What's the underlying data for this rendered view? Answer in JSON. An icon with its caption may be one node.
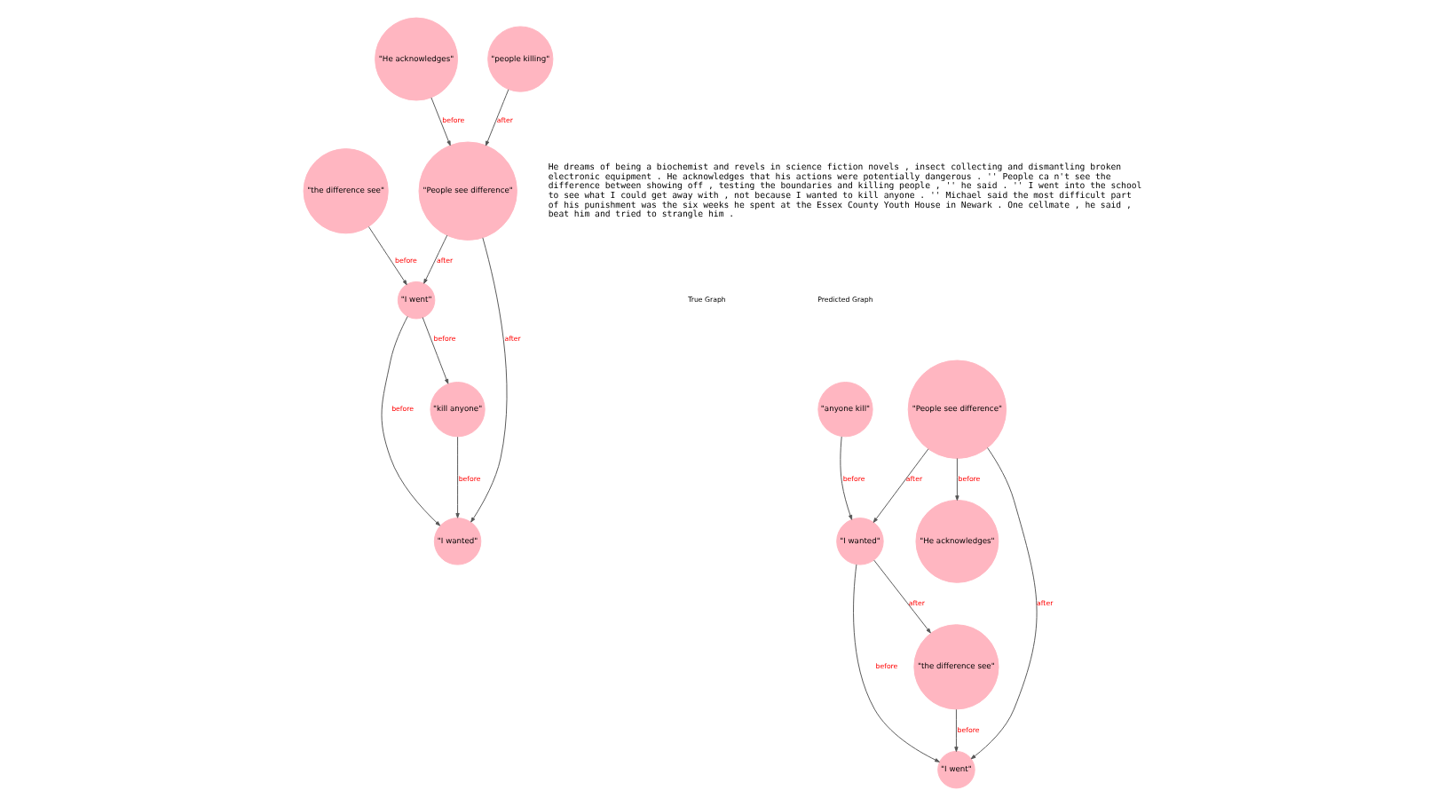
{
  "diagram": {
    "nodes": [
      {
        "text": [
          "\"kill anyone\""
        ]
      },
      {
        "text": [
          "\"I wanted\""
        ]
      },
      {
        "text": [
          "\"He acknowledges\""
        ]
      },
      {
        "text": [
          "\"People see difference\""
        ]
      },
      {
        "text": [
          "\"I went\""
        ]
      },
      {
        "text": [
          "\"the difference see\""
        ]
      },
      {
        "text": [
          "\"people killing\""
        ]
      },
      {
        "text": [
          "\"anyone kill\""
        ]
      },
      {
        "text": [
          "\"I wanted\""
        ]
      },
      {
        "text": [
          "\"He acknowledges\""
        ]
      },
      {
        "text": [
          "\"People see difference\""
        ]
      },
      {
        "text": [
          "\"the difference see\""
        ]
      },
      {
        "text": [
          "\"I went\""
        ]
      }
    ],
    "edges": [
      {
        "from": 0,
        "to": 1,
        "arrow": "to",
        "label": "before"
      },
      {
        "from": 4,
        "to": 0,
        "arrow": "to",
        "label": "before"
      },
      {
        "from": 4,
        "to": 1,
        "arrow": "to",
        "label": "before"
      },
      {
        "from": 3,
        "to": 1,
        "arrow": "to",
        "label": "after"
      },
      {
        "from": 2,
        "to": 3,
        "arrow": "to",
        "label": "before"
      },
      {
        "from": 3,
        "to": 4,
        "arrow": "to",
        "label": "after"
      },
      {
        "from": 5,
        "to": 4,
        "arrow": "to",
        "label": "before"
      },
      {
        "from": 6,
        "to": 3,
        "arrow": "to",
        "label": "after"
      },
      {
        "from": 7,
        "to": 8,
        "arrow": "to",
        "label": "before"
      },
      {
        "from": 10,
        "to": 8,
        "arrow": "to",
        "label": "after"
      },
      {
        "from": 10,
        "to": 9,
        "arrow": "to",
        "label": "before"
      },
      {
        "from": 8,
        "to": 11,
        "arrow": "to",
        "label": "after"
      },
      {
        "from": 8,
        "to": 12,
        "arrow": "to",
        "label": "before"
      },
      {
        "from": 10,
        "to": 12,
        "arrow": "to",
        "label": "after"
      },
      {
        "from": 11,
        "to": 12,
        "arrow": "to",
        "label": "before"
      }
    ],
    "labels": [
      "He dreams of being a biochemist and revels in science fiction novels , insect collecting and dismantling broken electronic equipment . He acknowledges that his actions were potentially dangerous . '' People ca n't see the difference between showing off , testing the boundaries and killing people , '' he said . '' I went into the school to see what I could get away with , not because I wanted to kill anyone . '' Michael said the most difficult part of his punishment was the six weeks he spent at the Essex County Youth House in Newark . One cellmate , he said , beat him and tried to strangle him .",
      "True Graph",
      "Predicted Graph"
    ]
  }
}
